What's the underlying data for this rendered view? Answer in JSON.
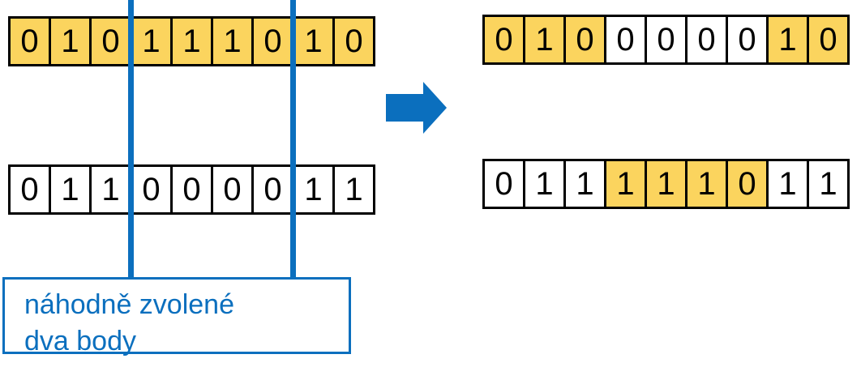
{
  "diagram": {
    "description": "two-point crossover of two binary chromosomes",
    "rows": {
      "parent_top": {
        "values": [
          "0",
          "1",
          "0",
          "1",
          "1",
          "1",
          "0",
          "1",
          "0"
        ],
        "highlighted": [
          true,
          true,
          true,
          true,
          true,
          true,
          true,
          true,
          true
        ]
      },
      "parent_bottom": {
        "values": [
          "0",
          "1",
          "1",
          "0",
          "0",
          "0",
          "0",
          "1",
          "1"
        ],
        "highlighted": [
          false,
          false,
          false,
          false,
          false,
          false,
          false,
          false,
          false
        ]
      },
      "child_top": {
        "values": [
          "0",
          "1",
          "0",
          "0",
          "0",
          "0",
          "0",
          "1",
          "0"
        ],
        "highlighted": [
          true,
          true,
          true,
          false,
          false,
          false,
          false,
          true,
          true
        ]
      },
      "child_bottom": {
        "values": [
          "0",
          "1",
          "1",
          "1",
          "1",
          "1",
          "0",
          "1",
          "1"
        ],
        "highlighted": [
          false,
          false,
          false,
          true,
          true,
          true,
          true,
          false,
          false
        ]
      }
    },
    "label": {
      "line1": "náhodně zvolené",
      "line2": "dva body"
    },
    "arrow": {
      "direction": "right"
    },
    "colors": {
      "highlight_yellow": "#FBD45E",
      "accent_blue": "#0B6FBE",
      "cell_border": "#000000",
      "cell_text": "#000000",
      "background": "#FFFFFF"
    }
  }
}
